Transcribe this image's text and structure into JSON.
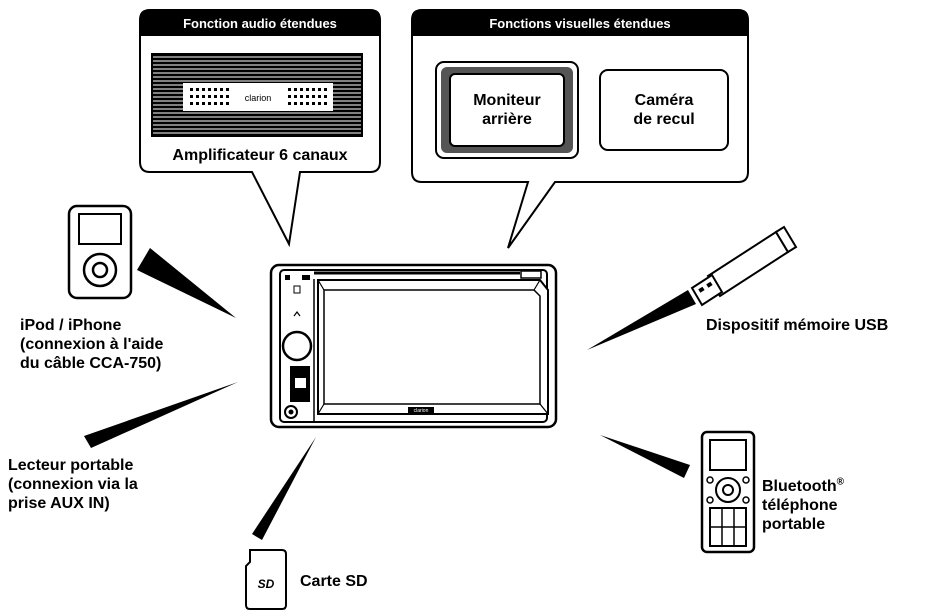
{
  "audio_box": {
    "header": "Fonction audio étendues",
    "amplifier_brand": "clarion",
    "amplifier_label": "Amplificateur 6 canaux"
  },
  "visual_box": {
    "header": "Fonctions visuelles étendues",
    "monitor_line1": "Moniteur",
    "monitor_line2": "arrière",
    "camera_line1": "Caméra",
    "camera_line2": "de recul"
  },
  "ipod": {
    "line1": "iPod / iPhone",
    "line2": "(connexion à l'aide",
    "line3": "du câble CCA-750)"
  },
  "portable_player": {
    "line1": "Lecteur portable",
    "line2": "(connexion via la",
    "line3": "prise AUX IN)"
  },
  "sd_card": {
    "label": "Carte SD",
    "logo": "SD"
  },
  "usb": {
    "label": "Dispositif mémoire USB"
  },
  "bluetooth": {
    "line1": "Bluetooth",
    "registered": "®",
    "line2": "téléphone",
    "line3": "portable"
  },
  "head_unit": {
    "brand": "clarion"
  }
}
